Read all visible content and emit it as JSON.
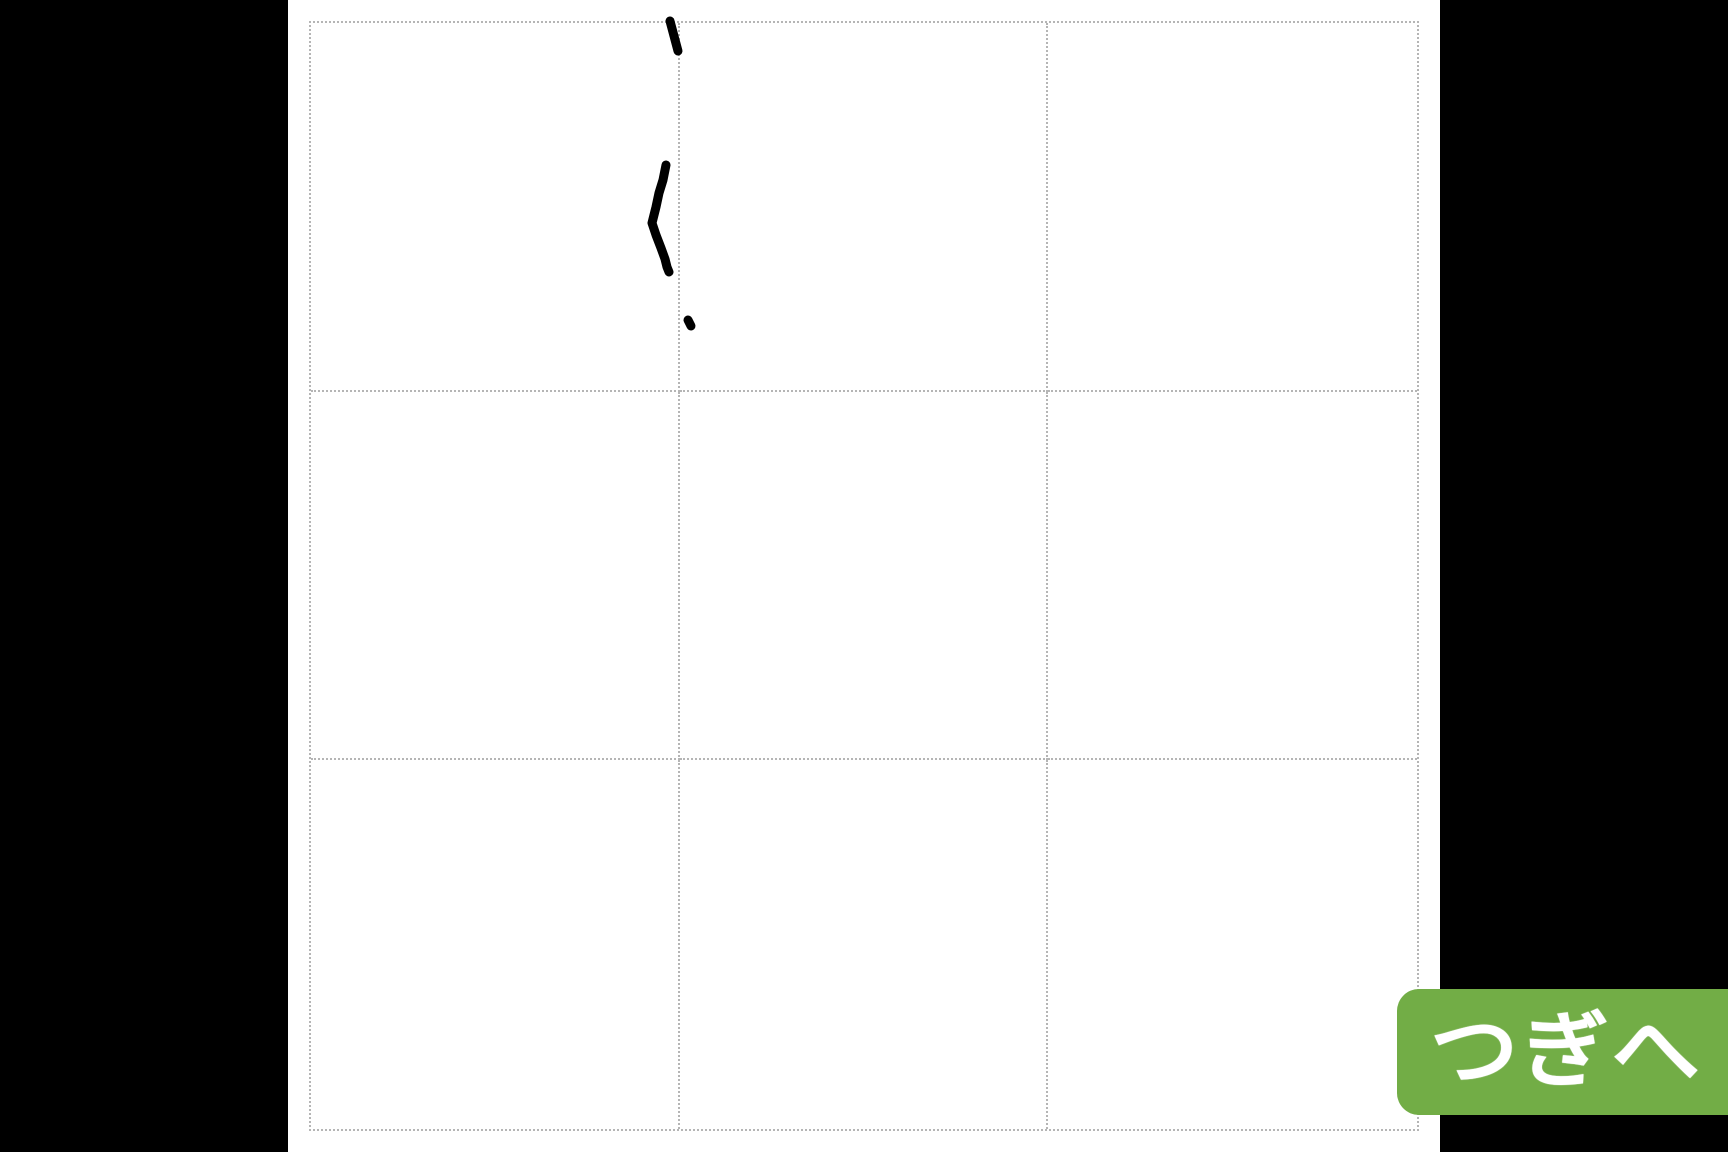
{
  "paper": {
    "background": "#ffffff",
    "grid_line_color": "#b5b5b5",
    "grid_rows": 3,
    "grid_columns": 3
  },
  "ink": {
    "color": "#000000",
    "stroke_count": 3
  },
  "next_button": {
    "label": "つぎへ",
    "background": "#72ad46",
    "text_color": "#ffffff"
  }
}
